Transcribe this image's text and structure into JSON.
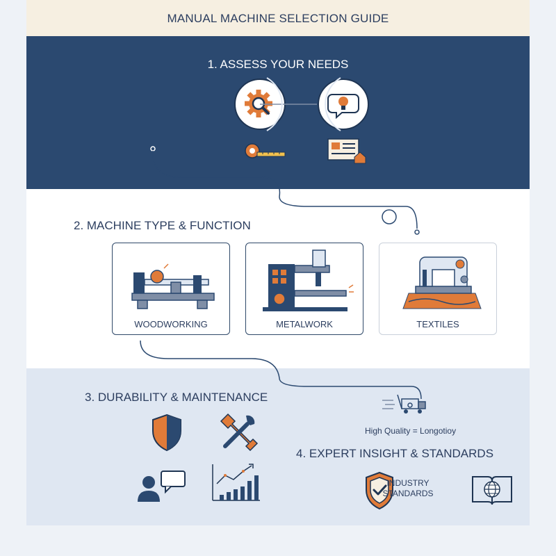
{
  "header": {
    "title": "MANUAL MACHINE SELECTION GUIDE"
  },
  "sections": {
    "assess": {
      "title": "1. ASSESS YOUR NEEDS"
    },
    "machine_type": {
      "title": "2. MACHINE TYPE & FUNCTION",
      "cards": [
        {
          "label": "WOODWORKING"
        },
        {
          "label": "METALWORK"
        },
        {
          "label": "TEXTILES"
        }
      ]
    },
    "durability": {
      "title": "3. DURABILITY & MAINTENANCE",
      "note": "High Quality = Longotioy"
    },
    "expert": {
      "title": "4. EXPERT INSIGHT & STANDARDS",
      "standards_line1": "INDUSTRY",
      "standards_line2": "STANDARDS"
    }
  },
  "colors": {
    "navy": "#2b4970",
    "orange": "#e07b39",
    "cream": "#f6efe1",
    "light_blue": "#dfe7f2",
    "steel": "#7f8ea6"
  }
}
